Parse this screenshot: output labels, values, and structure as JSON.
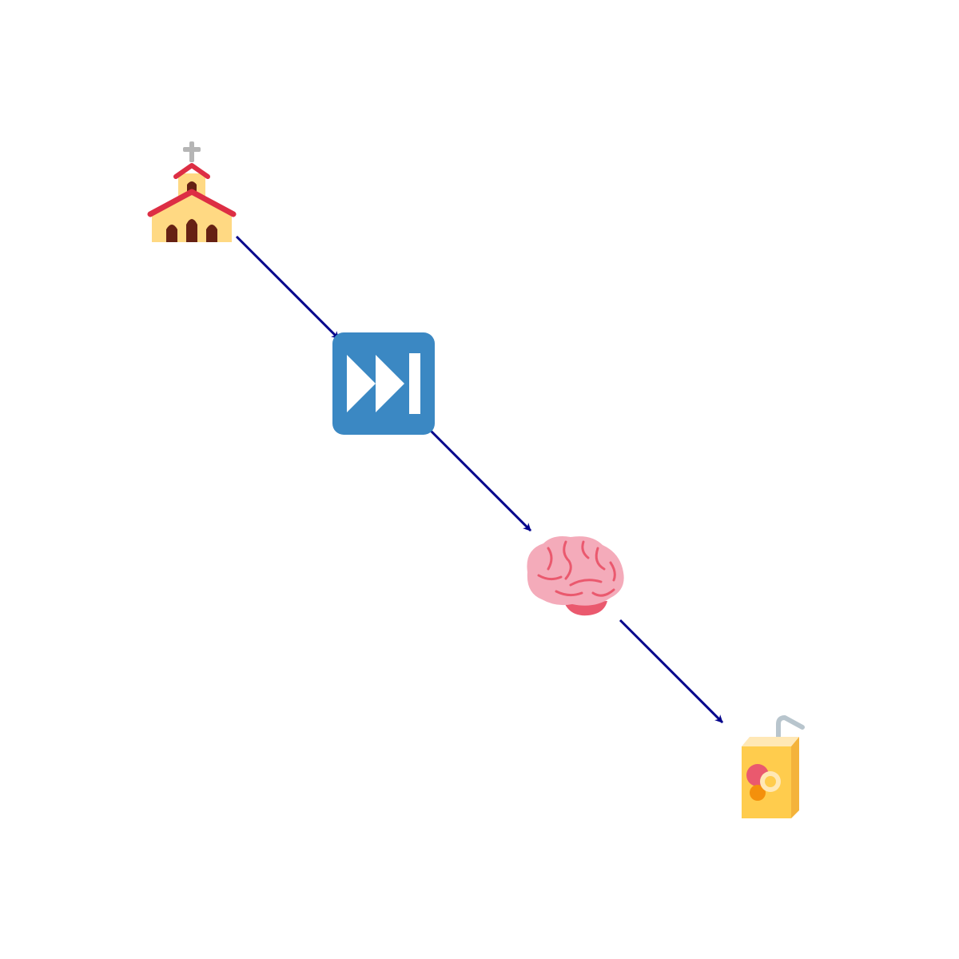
{
  "diagram": {
    "type": "flow-chain",
    "nodes": [
      {
        "id": "church",
        "icon": "church-icon"
      },
      {
        "id": "next-track",
        "icon": "next-track-button-icon"
      },
      {
        "id": "brain",
        "icon": "brain-icon"
      },
      {
        "id": "juice-box",
        "icon": "beverage-box-icon"
      }
    ],
    "edges": [
      {
        "from": "church",
        "to": "next-track"
      },
      {
        "from": "next-track",
        "to": "brain"
      },
      {
        "from": "brain",
        "to": "juice-box"
      }
    ],
    "colors": {
      "edge": "#00008b",
      "church_wall": "#ffd983",
      "church_roof": "#dd2e44",
      "church_door": "#662113",
      "church_cross": "#b5b5b5",
      "button_bg": "#3b88c3",
      "button_fg": "#ffffff",
      "brain_main": "#f4abba",
      "brain_lines": "#ea596e",
      "brain_stem": "#ea596e",
      "box_body": "#ffcc4d",
      "box_side": "#f4b33b",
      "box_top": "#ffe8b6",
      "straw": "#b8c5cd",
      "fruit_red": "#ea596e",
      "fruit_orange": "#f4900c",
      "fruit_ring": "#ffe8b6"
    }
  }
}
